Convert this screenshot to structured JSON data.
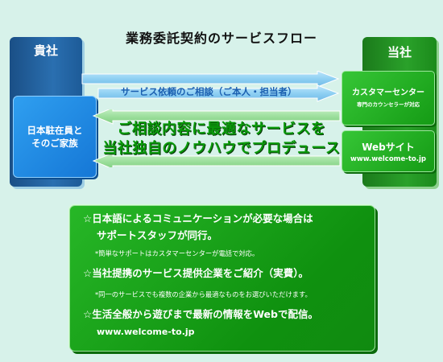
{
  "title": "業務委託契約のサービスフロー",
  "client": {
    "heading": "貴社",
    "box_line1": "日本駐在員と",
    "box_line2": "そのご家族"
  },
  "company": {
    "heading": "当社",
    "box1_line1": "カスタマーセンター",
    "box1_line2": "専門のカウンセラーが対応",
    "box2_line1": "Webサイト",
    "box2_line2": "www.welcome-to.jp"
  },
  "arrow_label": "サービス依頼のご相談（ご本人・担当者）",
  "slogan_line1": "ご相談内容に最適なサービスを",
  "slogan_line2": "当社独自のノウハウでプロデュース",
  "info": {
    "item1_line1": "日本語によるコミュニケーションが必要な場合は",
    "item1_line2": "サポートスタッフが同行。",
    "item1_note": "*簡単なサポートはカスタマーセンターが電話で対応。",
    "item2_line1": "当社提携のサービス提供企業をご紹介（実費）。",
    "item2_note": "*同一のサービスでも複数の企業から最適なものをお選びいただけます。",
    "item3_line1": "生活全般から遊びまで最新の情報をWebで配信。",
    "item3_line2": "www.welcome-to.jp",
    "star": "☆"
  }
}
